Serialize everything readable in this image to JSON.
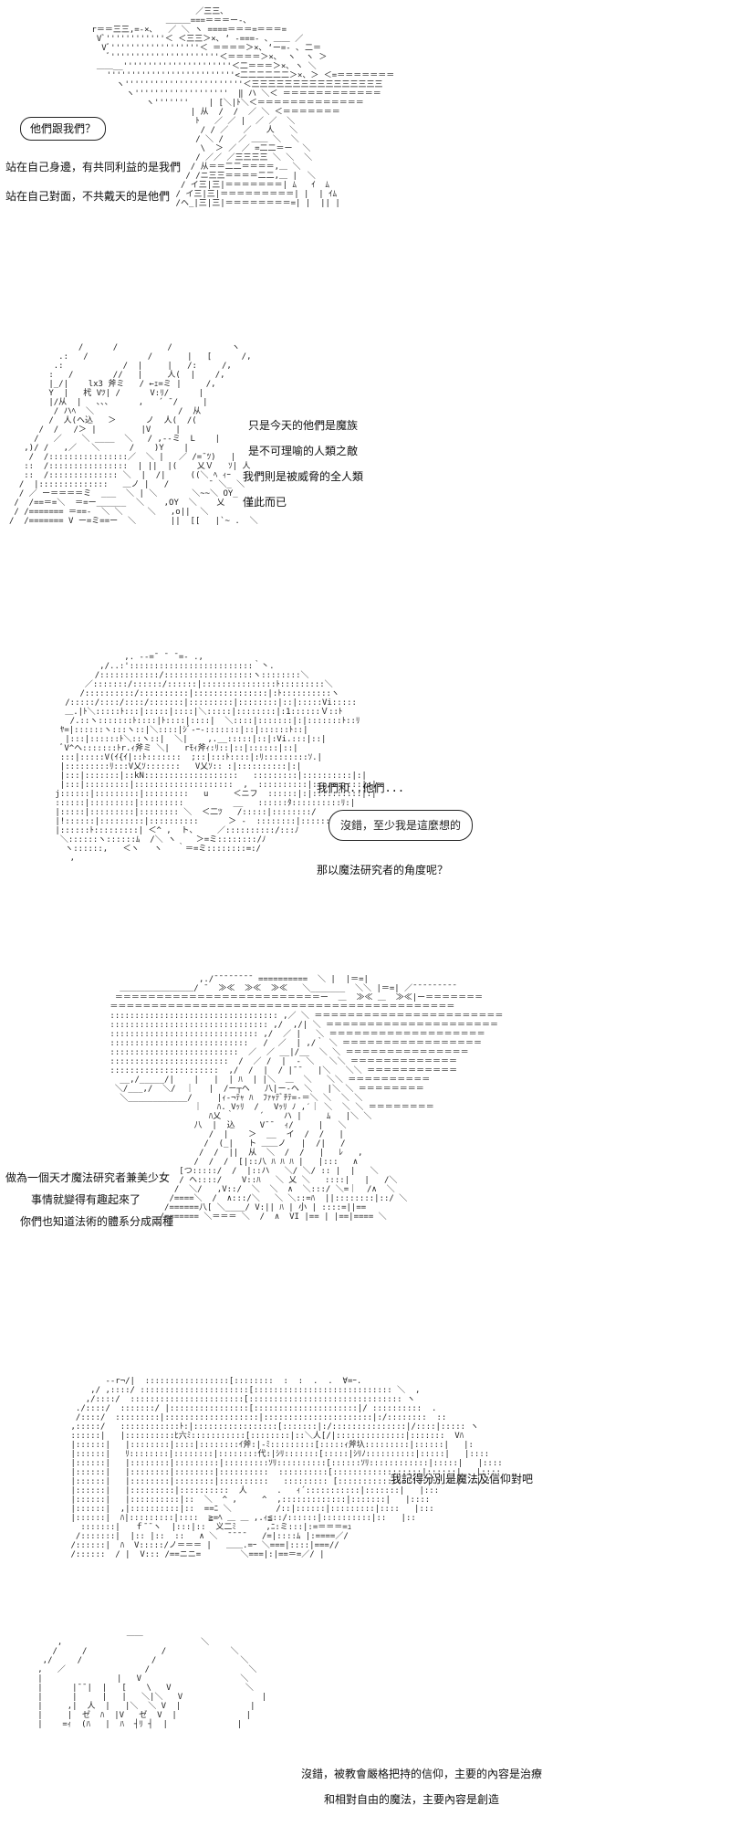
{
  "panels": [
    {
      "bubble": "他們跟我們？",
      "lines": [
        "站在自己身邊，有共同利益的是我們",
        "站在自己對面，不共戴天的是他們"
      ]
    },
    {
      "lines": [
        "只是今天的他們是魔族",
        "是不可理喻的人類之敵",
        "我們則是被威脅的全人類",
        "僅此而已"
      ]
    },
    {
      "lines_top": [
        "我們和..他們..."
      ],
      "bubble": "沒錯，至少我是這麼想的",
      "lines_bottom": [
        "那以魔法研究者的角度呢？"
      ]
    },
    {
      "lines": [
        "做為一個天才魔法研究者兼美少女",
        "事情就變得有趣起來了",
        "你們也知道法術的體系分成兩種"
      ]
    },
    {
      "lines": [
        "我記得分別是魔法及信仰對吧"
      ]
    },
    {
      "lines": [
        "沒錯，被教會嚴格把持的信仰，主要的內容是治療",
        "和相對自由的魔法，主要內容是創造"
      ]
    }
  ]
}
